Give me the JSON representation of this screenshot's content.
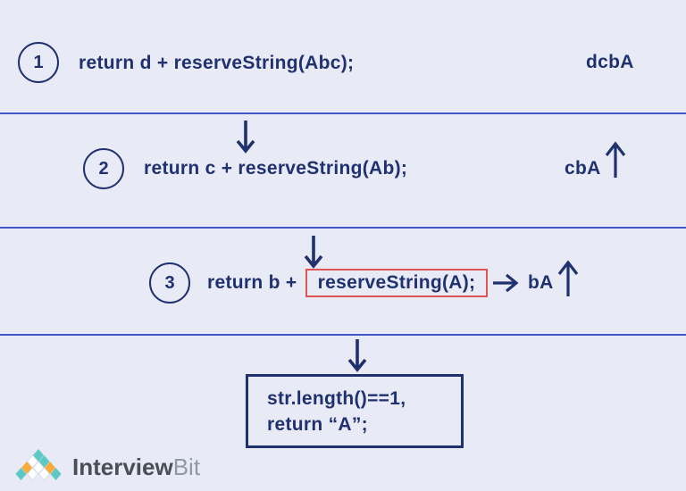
{
  "colors": {
    "background": "#e8eaf6",
    "ink": "#203170",
    "divider": "#4656c5",
    "highlight_box": "#e05454",
    "logo_teal": "#5ec8c6",
    "logo_orange": "#f8ab38",
    "logo_text_primary": "#4a4e57",
    "logo_text_secondary": "#9298a0"
  },
  "steps": [
    {
      "number": "1",
      "code": "return d + reserveString(Abc);",
      "result": "dcbA"
    },
    {
      "number": "2",
      "code": "return c + reserveString(Ab);",
      "result": "cbA"
    },
    {
      "number": "3",
      "code_prefix": "return b +",
      "code_highlighted": "reserveString(A);",
      "result": "bA"
    }
  ],
  "base_case": {
    "line1": "str.length()==1,",
    "line2": "return “A”;"
  },
  "logo": {
    "brand_primary": "Interview",
    "brand_secondary": "Bit"
  },
  "icons": {
    "down_arrow": "↓",
    "up_arrow": "↑",
    "right_arrow": "→"
  }
}
